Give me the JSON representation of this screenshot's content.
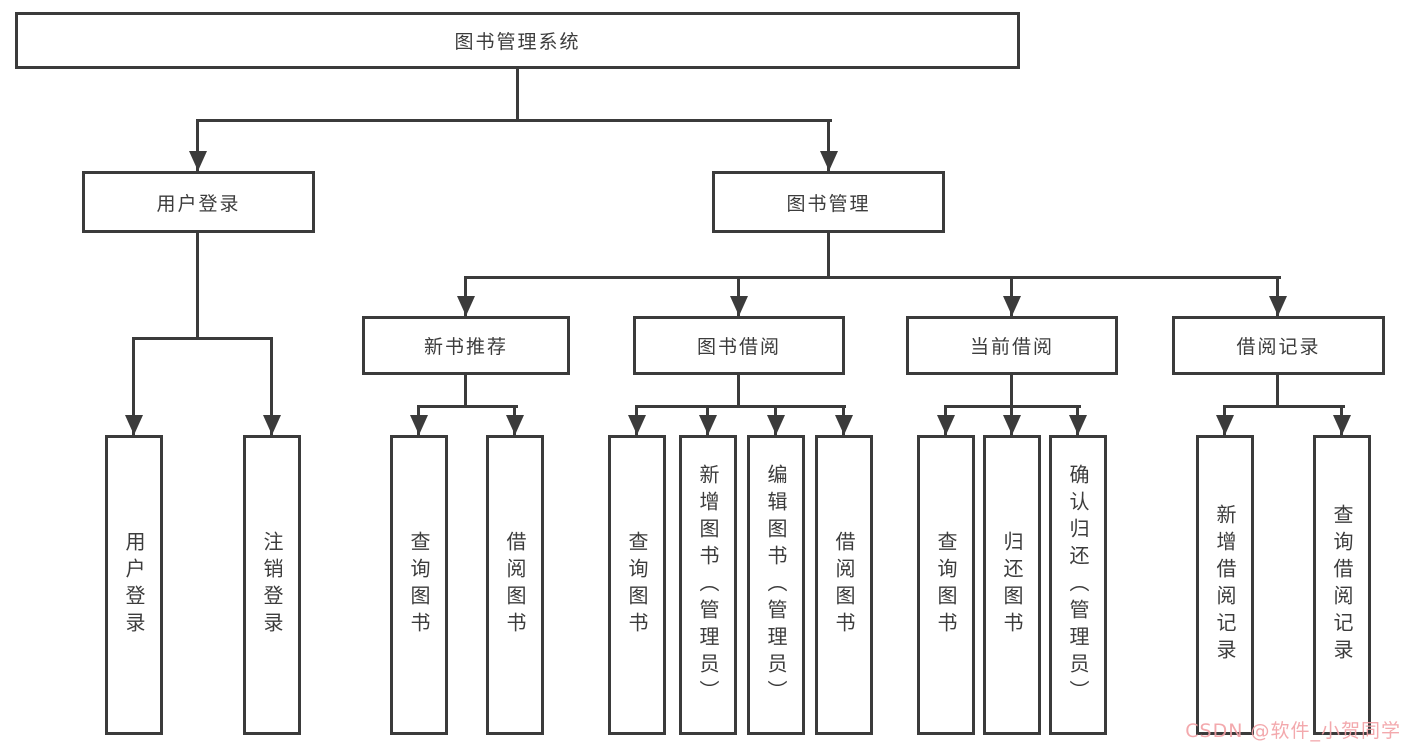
{
  "diagram_type": "hierarchy-tree",
  "tree": {
    "root": {
      "label": "图书管理系统",
      "children": [
        {
          "label": "用户登录",
          "children": [
            {
              "label": "用户登录"
            },
            {
              "label": "注销登录"
            }
          ]
        },
        {
          "label": "图书管理",
          "children": [
            {
              "label": "新书推荐",
              "children": [
                {
                  "label": "查询图书"
                },
                {
                  "label": "借阅图书"
                }
              ]
            },
            {
              "label": "图书借阅",
              "children": [
                {
                  "label": "查询图书"
                },
                {
                  "label": "新增图书（管理员）"
                },
                {
                  "label": "编辑图书（管理员）"
                },
                {
                  "label": "借阅图书"
                }
              ]
            },
            {
              "label": "当前借阅",
              "children": [
                {
                  "label": "查询图书"
                },
                {
                  "label": "归还图书"
                },
                {
                  "label": "确认归还（管理员）"
                }
              ]
            },
            {
              "label": "借阅记录",
              "children": [
                {
                  "label": "新增借阅记录"
                },
                {
                  "label": "查询借阅记录"
                }
              ]
            }
          ]
        }
      ]
    }
  },
  "watermark": {
    "text": "CSDN @软件_小贺同学",
    "color": "#f2a2a7"
  },
  "colors": {
    "line": "#3b3b3b",
    "text": "#3c3c3c",
    "background": "#ffffff",
    "box_background": "#ffffff"
  }
}
